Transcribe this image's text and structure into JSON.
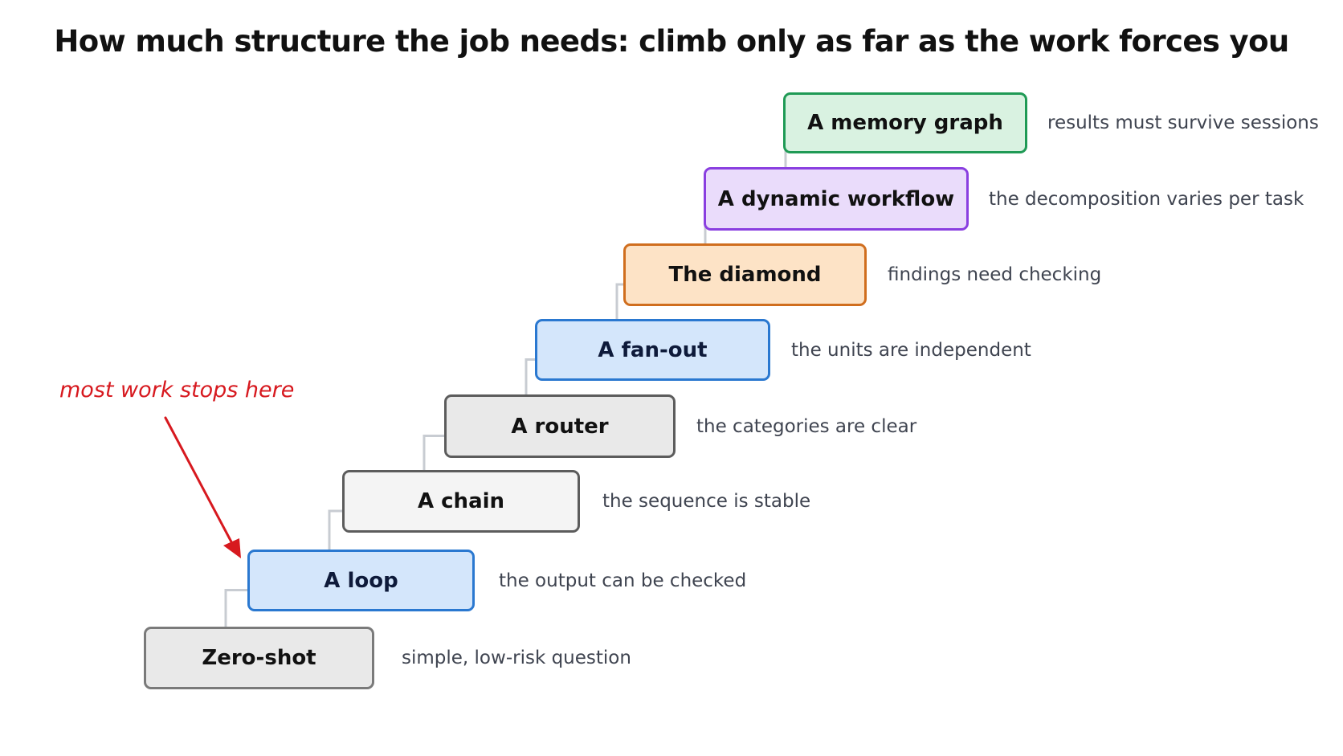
{
  "title": "How much structure the job needs: climb only as far as the work forces you",
  "annotation": {
    "text": "most work stops here",
    "color": "#d7191f"
  },
  "connector_color": "#c8ccd2",
  "steps": [
    {
      "label": "Zero-shot",
      "description": "simple, low-risk question",
      "fill": "#e9e9e9",
      "border": "#7a7a7a",
      "text_color": "#111111"
    },
    {
      "label": "A loop",
      "description": "the output can be checked",
      "fill": "#d4e6fb",
      "border": "#2a78d0",
      "text_color": "#0e1a3a"
    },
    {
      "label": "A chain",
      "description": "the sequence is stable",
      "fill": "#f4f4f4",
      "border": "#5c5c5c",
      "text_color": "#111111"
    },
    {
      "label": "A router",
      "description": "the categories are clear",
      "fill": "#e9e9e9",
      "border": "#5c5c5c",
      "text_color": "#111111"
    },
    {
      "label": "A fan-out",
      "description": "the units are independent",
      "fill": "#d4e6fb",
      "border": "#2a78d0",
      "text_color": "#0e1a3a"
    },
    {
      "label": "The diamond",
      "description": "findings need checking",
      "fill": "#fde3c6",
      "border": "#d06e1e",
      "text_color": "#111111"
    },
    {
      "label": "A dynamic workflow",
      "description": "the decomposition varies per task",
      "fill": "#eadcfb",
      "border": "#8a3fe0",
      "text_color": "#111111"
    },
    {
      "label": "A memory graph",
      "description": "results must survive sessions",
      "fill": "#d9f2e1",
      "border": "#1f9a55",
      "text_color": "#111111"
    }
  ]
}
